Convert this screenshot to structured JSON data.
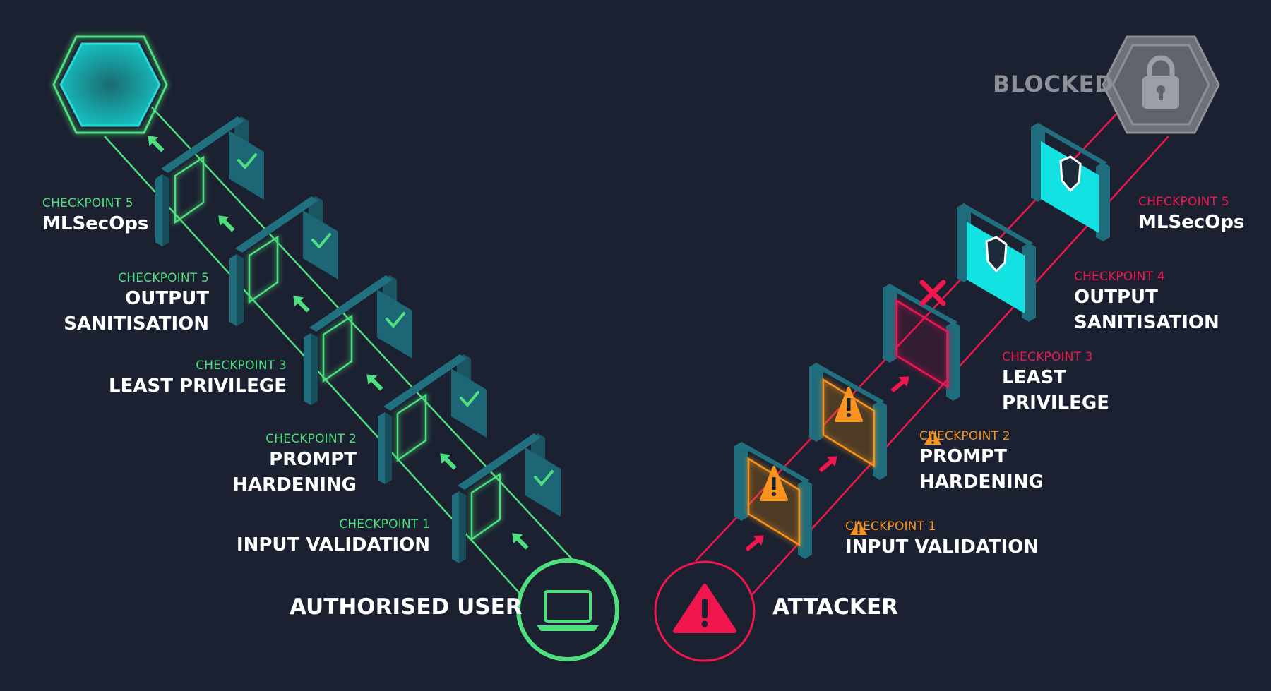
{
  "colors": {
    "background": "#1b2130",
    "safe": "#4ee07e",
    "danger": "#f0174f",
    "warning": "#f7931e",
    "gate": "#1f6c7c",
    "shield": "#13e2e2",
    "blocked_gray": "#8d9097"
  },
  "actors": {
    "user": "AUTHORISED USER",
    "attacker": "ATTACKER"
  },
  "blocked_label": "BLOCKED",
  "left_checkpoints": [
    {
      "sub": "CHECKPOINT 5",
      "main": "MLSecOps",
      "status": "passed",
      "icon": "check-icon"
    },
    {
      "sub": "CHECKPOINT 5",
      "main_lines": [
        "OUTPUT",
        "SANITISATION"
      ],
      "status": "passed",
      "icon": "check-icon"
    },
    {
      "sub": "CHECKPOINT 3",
      "main": "LEAST PRIVILEGE",
      "status": "passed",
      "icon": "check-icon"
    },
    {
      "sub": "CHECKPOINT 2",
      "main_lines": [
        "PROMPT",
        "HARDENING"
      ],
      "status": "passed",
      "icon": "check-icon"
    },
    {
      "sub": "CHECKPOINT 1",
      "main": "INPUT VALIDATION",
      "status": "passed",
      "icon": "check-icon"
    }
  ],
  "right_checkpoints": [
    {
      "sub": "CHECKPOINT 5",
      "main": "MLSecOps",
      "status": "shielded",
      "icon": "shield-icon"
    },
    {
      "sub": "CHECKPOINT 4",
      "main_lines": [
        "OUTPUT",
        "SANITISATION"
      ],
      "status": "shielded",
      "icon": "shield-icon"
    },
    {
      "sub": "CHECKPOINT 3",
      "main_lines": [
        "LEAST",
        "PRIVILEGE"
      ],
      "status": "blocked",
      "icon": "x-icon"
    },
    {
      "sub": "CHECKPOINT 2",
      "main_lines": [
        "PROMPT",
        "HARDENING"
      ],
      "status": "warning",
      "icon": "warning-icon"
    },
    {
      "sub": "CHECKPOINT 1",
      "main": "INPUT VALIDATION",
      "status": "warning",
      "icon": "warning-icon"
    }
  ]
}
